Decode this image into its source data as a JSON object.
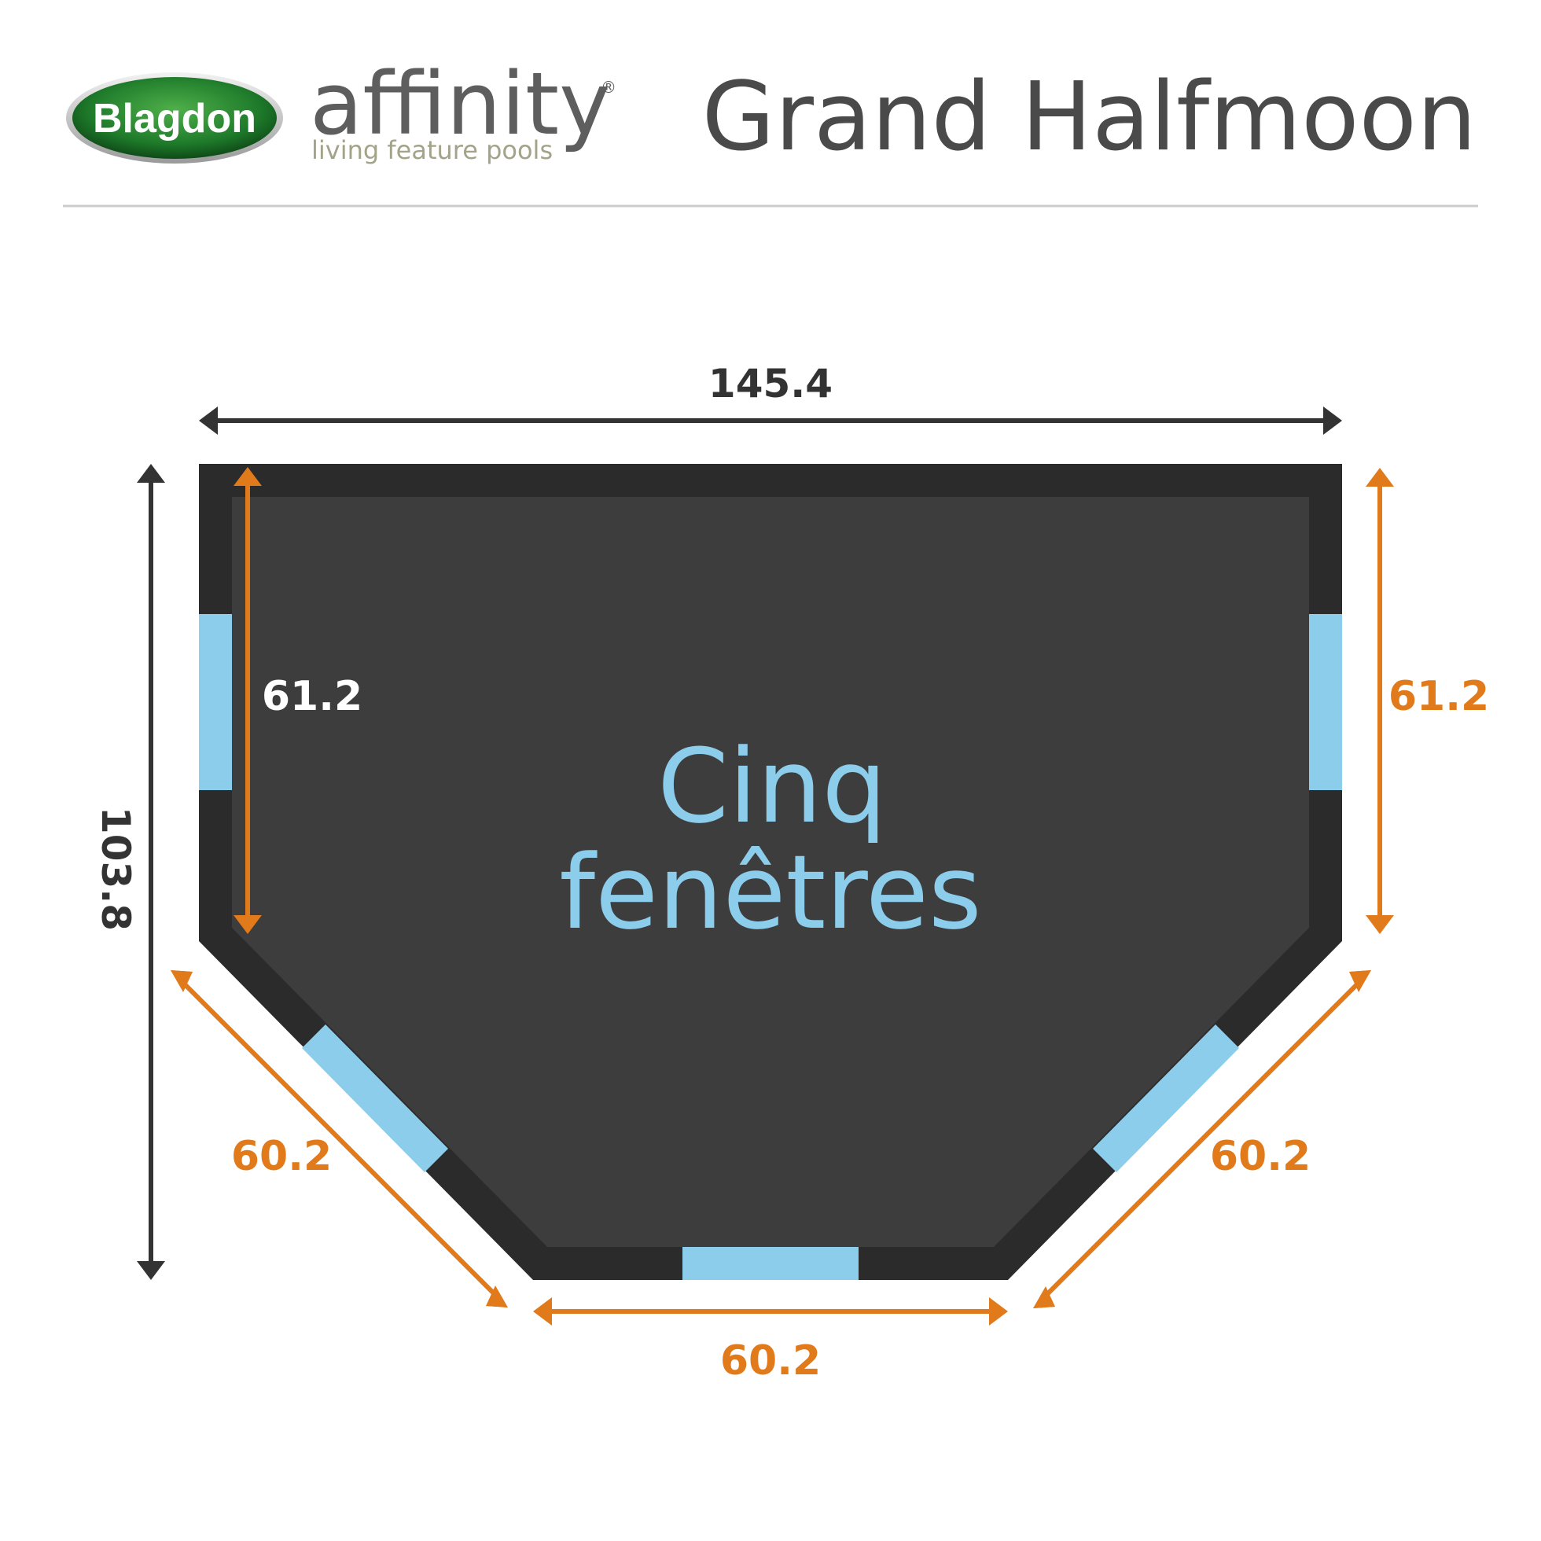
{
  "header": {
    "logo_text": "Blagdon",
    "brand_name": "affinity",
    "brand_registered": "®",
    "tagline": "living feature pools",
    "title": "Grand Halfmoon"
  },
  "diagram": {
    "center_label_line1": "Cinq",
    "center_label_line2": "fenêtres",
    "dimensions": {
      "overall_width": "145.4",
      "overall_height": "103.8",
      "inner_left_height": "61.2",
      "right_side_height": "61.2",
      "lower_left_diagonal": "60.2",
      "lower_right_diagonal": "60.2",
      "bottom_width": "60.2"
    },
    "window_count": 5
  },
  "colors": {
    "pool_outer": "#2b2b2b",
    "pool_inner": "#3d3d3d",
    "window": "#8ccdeb",
    "dimension_orange": "#e07a1a",
    "dimension_dark": "#333333",
    "logo_green": "#1f7a2c"
  }
}
